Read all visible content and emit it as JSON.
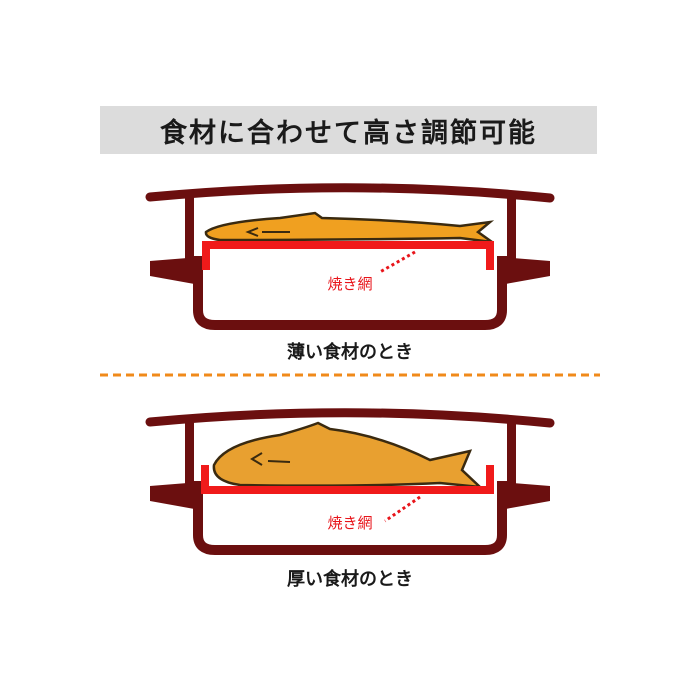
{
  "title": "食材に合わせて高さ調節可能",
  "thin": {
    "rack_label": "焼き網",
    "caption": "薄い食材のとき"
  },
  "thick": {
    "rack_label": "焼き網",
    "caption": "厚い食材のとき"
  },
  "colors": {
    "pot": "#6b0f0f",
    "rack": "#f01a1a",
    "fish": "#f0a020",
    "divider": "#f08a1a",
    "banner": "#dcdcdc"
  }
}
